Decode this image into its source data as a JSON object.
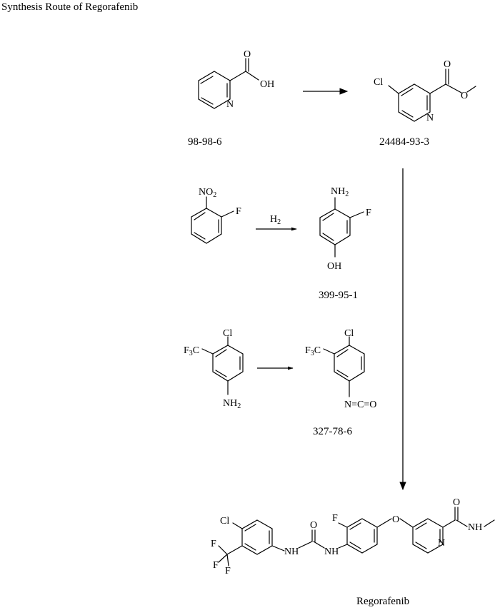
{
  "title": "Synthesis Route of Regorafenib",
  "compounds": {
    "picolinic_acid": {
      "cas": "98-98-6",
      "labels": {
        "o": "O",
        "oh": "OH",
        "n": "N"
      }
    },
    "methyl_ester": {
      "cas": "24484-93-3",
      "labels": {
        "cl": "Cl",
        "o": "O",
        "n": "N"
      }
    },
    "nitro": {
      "labels": {
        "no2_main": "NO",
        "no2_sub": "2",
        "f": "F"
      }
    },
    "reagent_h2": {
      "main": "H",
      "sub": "2"
    },
    "aminofluorophenol": {
      "cas": "399-95-1",
      "labels": {
        "nh2_main": "NH",
        "nh2_sub": "2",
        "f": "F",
        "oh": "OH"
      }
    },
    "aniline": {
      "labels": {
        "cl": "Cl",
        "cf3_a": "F",
        "cf3_sub": "3",
        "cf3_b": "C",
        "nh2_main": "NH",
        "nh2_sub": "2"
      }
    },
    "isocyanate": {
      "cas": "327-78-6",
      "labels": {
        "cl": "Cl",
        "cf3_a": "F",
        "cf3_sub": "3",
        "cf3_b": "C",
        "nco": "N=C=O"
      }
    },
    "regorafenib": {
      "name": "Regorafenib",
      "labels": {
        "cl": "Cl",
        "f1": "F",
        "f2": "F",
        "f3": "F",
        "nh1": "NH",
        "o_urea": "O",
        "nh2": "NH",
        "f_ring": "F",
        "o_ether": "O",
        "o_amide": "O",
        "nh_amide": "NH",
        "n_pyr": "N"
      }
    }
  }
}
